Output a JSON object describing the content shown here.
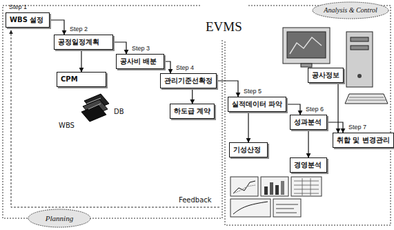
{
  "diagram": {
    "title": "EVMS",
    "nodes": [
      {
        "text": [
          "Analysis & Control"
        ]
      },
      {
        "text": [
          "Step 1",
          "WBS 설정"
        ]
      },
      {
        "text": [
          "Step 2",
          "공정일정계획"
        ]
      },
      {
        "text": [
          "Step 3",
          "공사비 배분"
        ]
      },
      {
        "text": [
          "Step 4",
          "관리기준선확정"
        ]
      },
      {
        "text": [
          "공사정보"
        ]
      },
      {
        "text": [
          "CPM"
        ]
      },
      {
        "text": [
          "하도급 계약"
        ]
      },
      {
        "text": [
          "Step 5",
          "실적데이터 파악"
        ]
      },
      {
        "text": [
          "Step 6",
          "성과분석"
        ]
      },
      {
        "text": [
          "Step 7",
          "취합 및 변경관리"
        ]
      },
      {
        "text": [
          "기성산정"
        ]
      },
      {
        "text": [
          "경영분석"
        ]
      },
      {
        "text": [
          "Planning"
        ]
      }
    ],
    "edges": [
      {
        "from": 1,
        "to": 2,
        "arrow": "to"
      },
      {
        "from": 2,
        "to": 3,
        "arrow": "to"
      },
      {
        "from": 3,
        "to": 4,
        "arrow": "to"
      },
      {
        "from": 2,
        "to": 6,
        "arrow": "to"
      },
      {
        "from": 4,
        "to": 7,
        "arrow": "to"
      },
      {
        "from": 4,
        "to": 8,
        "arrow": "to"
      },
      {
        "from": 8,
        "to": 9,
        "arrow": "to"
      },
      {
        "from": 9,
        "to": 10,
        "arrow": "to"
      },
      {
        "from": 8,
        "to": 11,
        "arrow": "to"
      },
      {
        "from": 9,
        "to": 12,
        "arrow": "to"
      },
      {
        "from": 5,
        "to": 10,
        "arrow": "to"
      }
    ],
    "labels": [
      "WBS",
      "DB",
      "Feedback"
    ]
  }
}
